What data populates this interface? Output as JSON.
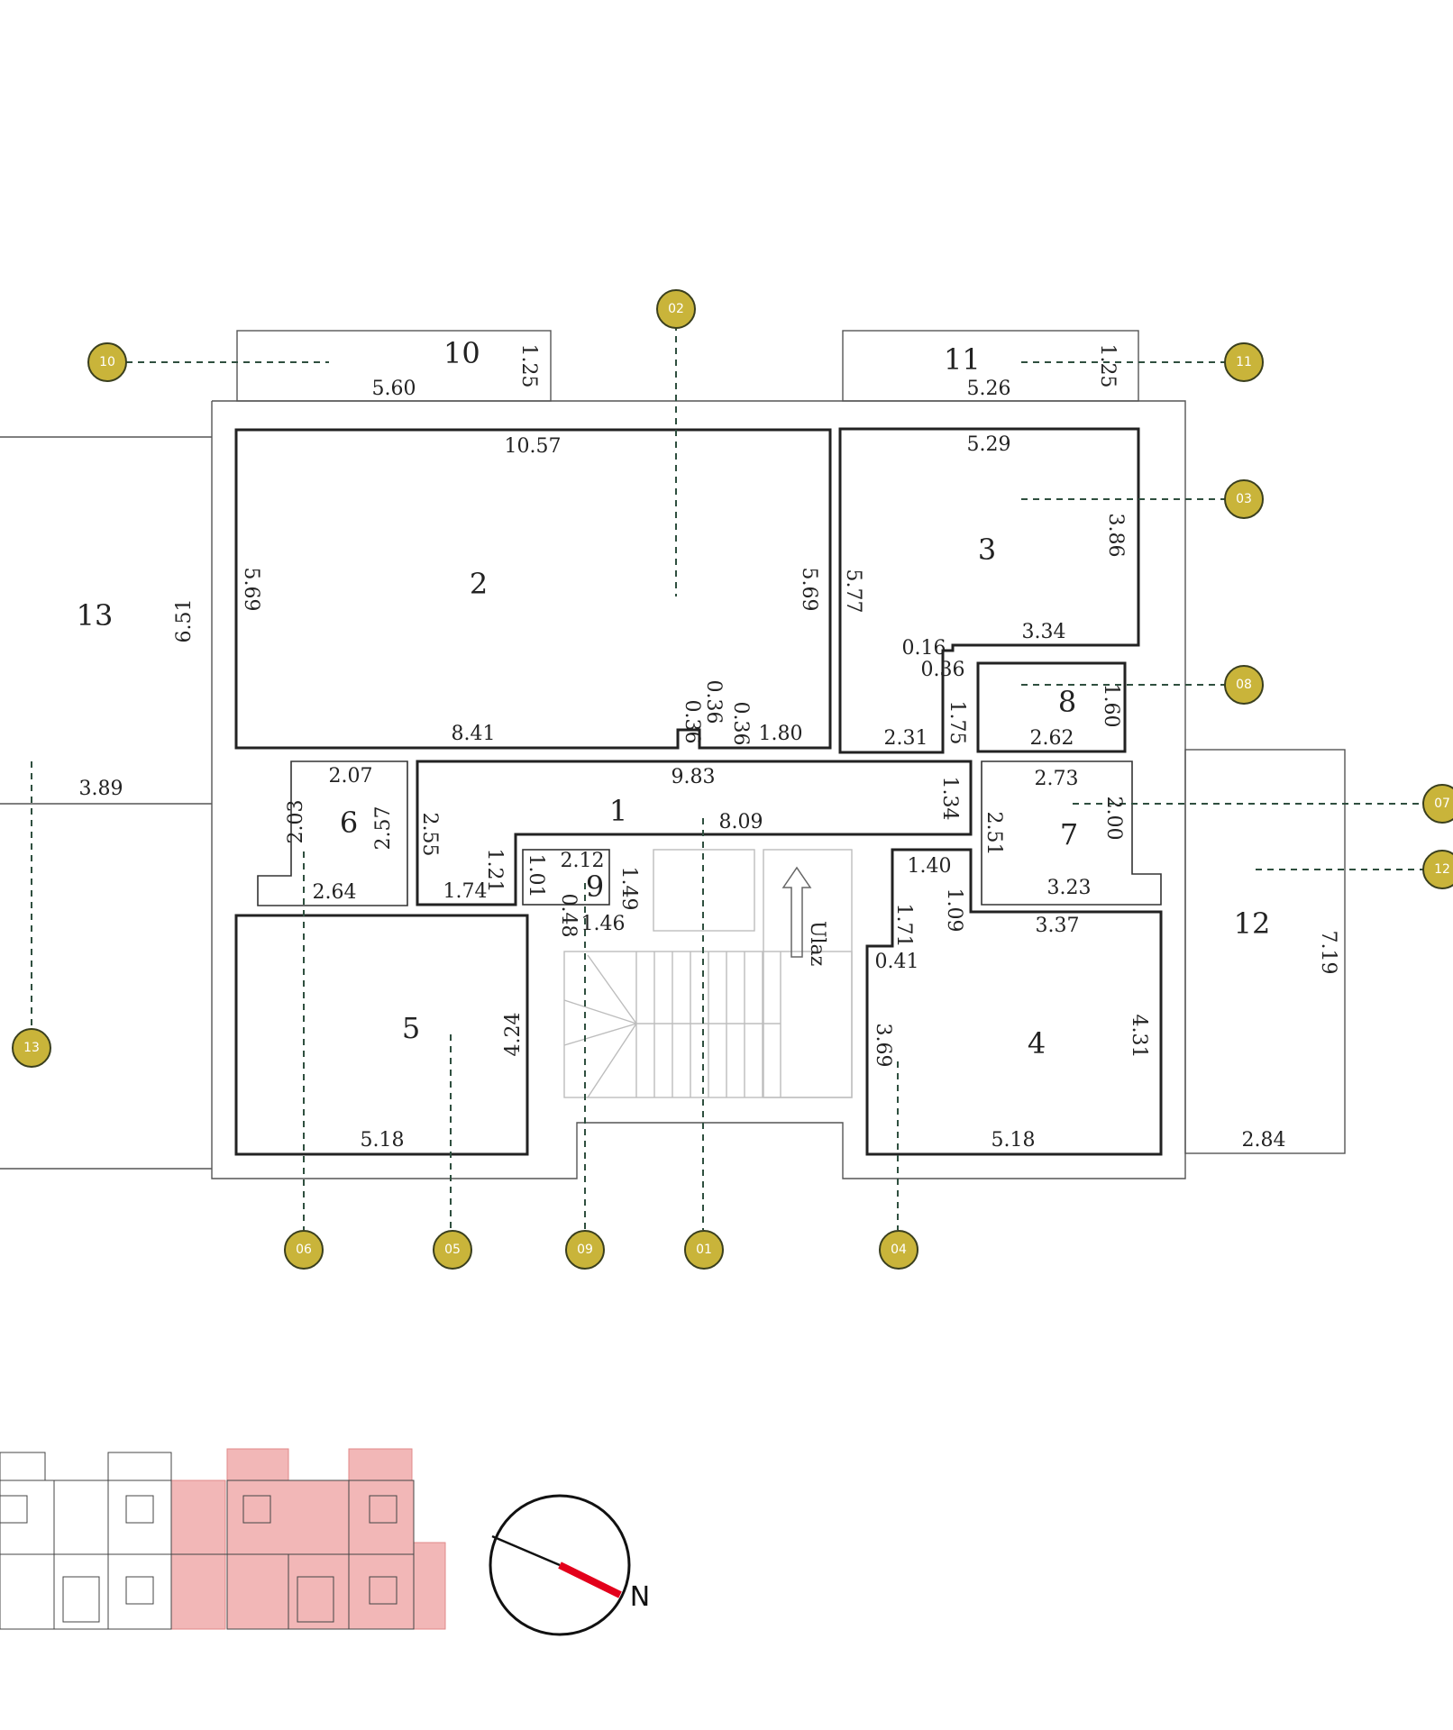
{
  "entrance_label": "Ulaz",
  "north_label": "N",
  "colors": {
    "marker": "#c9b43a",
    "marker_border": "#3a3f1e",
    "north_needle": "#e3001b",
    "highlight": "#f2b7b7"
  },
  "room_numbers": {
    "r1": "1",
    "r2": "2",
    "r3": "3",
    "r4": "4",
    "r5": "5",
    "r6": "6",
    "r7": "7",
    "r8": "8",
    "r9": "9",
    "r10": "10",
    "r11": "11",
    "r12": "12",
    "r13": "13"
  },
  "dims": {
    "d10_w": "5.60",
    "d10_h": "1.25",
    "d11_w": "5.26",
    "d11_h": "1.25",
    "d2_top": "10.57",
    "d2_left": "5.69",
    "d2_right": "5.69",
    "d2_bottom": "8.41",
    "d2_n1": "0.36",
    "d2_n2": "0.36",
    "d2_n3": "0.36",
    "d2_br": "1.80",
    "d3_top": "5.29",
    "d3_right": "3.86",
    "d3_left": "5.77",
    "d3_step": "3.34",
    "d3_s1": "0.16",
    "d3_s2": "0.36",
    "d3_s3": "1.75",
    "d3_bottom": "2.31",
    "d8_w": "2.62",
    "d8_h": "1.60",
    "d13_h": "6.51",
    "d13_w": "3.89",
    "d1_top": "9.83",
    "d1_right": "1.34",
    "d1_left": "2.55",
    "d1_mid": "8.09",
    "d1_s1": "1.21",
    "d1_bottom": "1.74",
    "d6_top": "2.07",
    "d6_left": "2.03",
    "d6_right": "2.57",
    "d6_bottom": "2.64",
    "d9_top": "2.12",
    "d9_left": "1.01",
    "d9_right": "1.49",
    "d9_s": "0.48",
    "d9_bottom": "1.46",
    "d7_top": "2.73",
    "d7_right": "2.00",
    "d7_left": "2.51",
    "d7_bottom": "3.23",
    "d4_top": "1.40",
    "d4_s1": "1.71",
    "d4_s2": "1.09",
    "d4_top2": "3.37",
    "d4_s3": "0.41",
    "d4_left": "3.69",
    "d4_right": "4.31",
    "d4_bottom": "5.18",
    "d5_right": "4.24",
    "d5_bottom": "5.18",
    "d12_h": "7.19",
    "d12_w": "2.84"
  },
  "markers": [
    "01",
    "02",
    "03",
    "04",
    "05",
    "06",
    "07",
    "08",
    "09",
    "10",
    "11",
    "12",
    "13"
  ]
}
